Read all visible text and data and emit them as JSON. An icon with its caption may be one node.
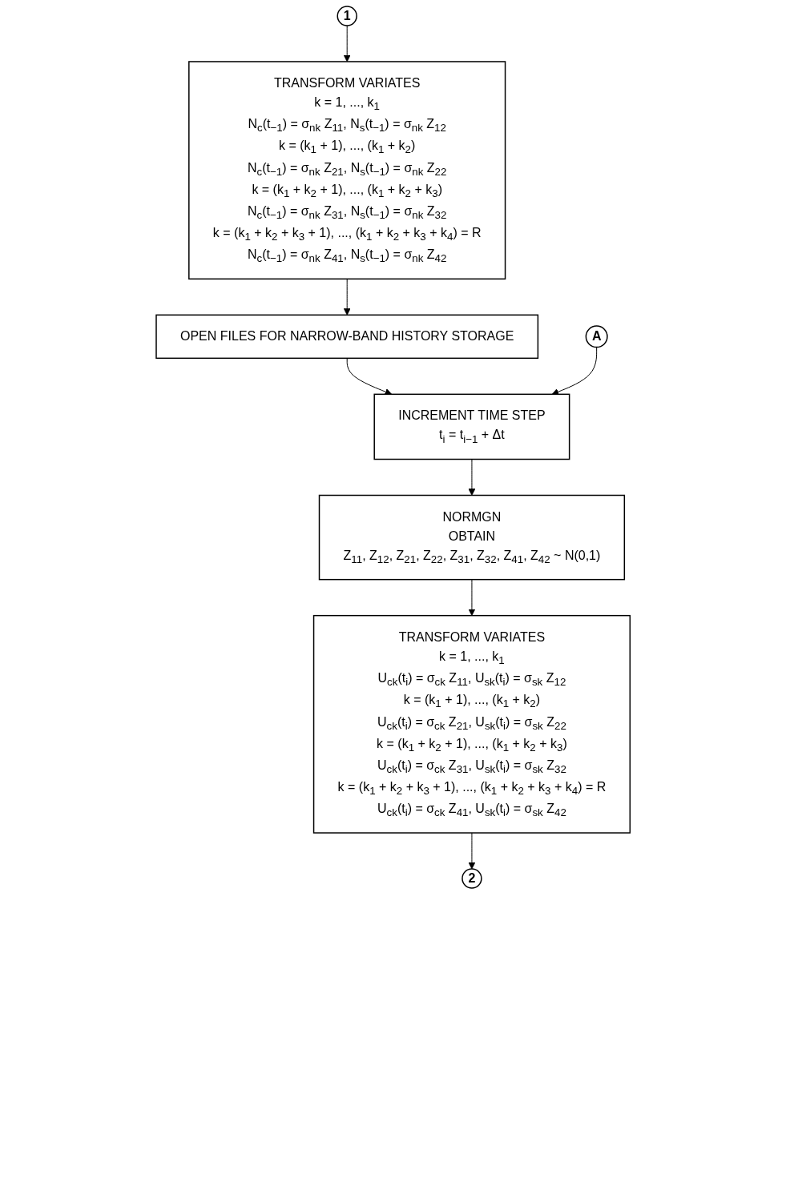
{
  "diagram": {
    "nodes": [
      {
        "text": [
          "1"
        ]
      },
      {
        "text": [
          "TRANSFORM VARIATES",
          "k = 1, ..., k$_{1}$",
          "N$_{c}$(t$_{−1}$) = σ$_{nk}$ Z$_{11}$, N$_{s}$(t$_{−1}$) = σ$_{nk}$ Z$_{12}$",
          "k = (k$_{1}$ + 1), ..., (k$_{1}$ + k$_{2}$)",
          "N$_{c}$(t$_{−1}$) = σ$_{nk}$ Z$_{21}$, N$_{s}$(t$_{−1}$) = σ$_{nk}$ Z$_{22}$",
          "k = (k$_{1}$ + k$_{2}$ + 1), ..., (k$_{1}$ + k$_{2}$ + k$_{3}$)",
          "N$_{c}$(t$_{−1}$) = σ$_{nk}$ Z$_{31}$, N$_{s}$(t$_{−1}$) = σ$_{nk}$ Z$_{32}$",
          "k = (k$_{1}$ + k$_{2}$ + k$_{3}$ + 1), ..., (k$_{1}$ + k$_{2}$ + k$_{3}$ + k$_{4}$) = R",
          "N$_{c}$(t$_{−1}$) = σ$_{nk}$ Z$_{41}$, N$_{s}$(t$_{−1}$) = σ$_{nk}$ Z$_{42}$"
        ]
      },
      {
        "text": [
          "OPEN FILES FOR NARROW-BAND HISTORY STORAGE"
        ]
      },
      {
        "text": [
          "A"
        ]
      },
      {
        "text": [
          "INCREMENT TIME STEP",
          "t$_{i}$ = t$_{i−1}$ + Δt"
        ]
      },
      {
        "text": [
          "NORMGN",
          "OBTAIN",
          "Z$_{11}$, Z$_{12}$, Z$_{21}$, Z$_{22}$, Z$_{31}$, Z$_{32}$, Z$_{41}$, Z$_{42}$ ~ N(0,1)"
        ]
      },
      {
        "text": [
          "TRANSFORM VARIATES",
          "k = 1, ..., k$_{1}$",
          "U$_{ck}$(t$_{i}$) = σ$_{ck}$ Z$_{11}$, U$_{sk}$(t$_{i}$) = σ$_{sk}$ Z$_{12}$",
          "k = (k$_{1}$ + 1), ..., (k$_{1}$ + k$_{2}$)",
          "U$_{ck}$(t$_{i}$) = σ$_{ck}$ Z$_{21}$, U$_{sk}$(t$_{i}$) = σ$_{sk}$ Z$_{22}$",
          "k = (k$_{1}$ + k$_{2}$ + 1), ..., (k$_{1}$ + k$_{2}$ + k$_{3}$)",
          "U$_{ck}$(t$_{i}$) = σ$_{ck}$ Z$_{31}$, U$_{sk}$(t$_{i}$) = σ$_{sk}$ Z$_{32}$",
          "k = (k$_{1}$ + k$_{2}$ + k$_{3}$ + 1), ..., (k$_{1}$ + k$_{2}$ + k$_{3}$ + k$_{4}$) = R",
          "U$_{ck}$(t$_{i}$) = σ$_{ck}$ Z$_{41}$, U$_{sk}$(t$_{i}$) = σ$_{sk}$ Z$_{42}$"
        ]
      },
      {
        "text": [
          "2"
        ]
      }
    ],
    "edges": [
      {
        "from": 0,
        "to": 1,
        "arrow": "to"
      },
      {
        "from": 1,
        "to": 2,
        "arrow": "to"
      },
      {
        "from": 2,
        "to": 4,
        "arrow": "to"
      },
      {
        "from": 3,
        "to": 4,
        "arrow": "to"
      },
      {
        "from": 4,
        "to": 5,
        "arrow": "to"
      },
      {
        "from": 5,
        "to": 6,
        "arrow": "to"
      },
      {
        "from": 6,
        "to": 7,
        "arrow": "to"
      }
    ]
  }
}
